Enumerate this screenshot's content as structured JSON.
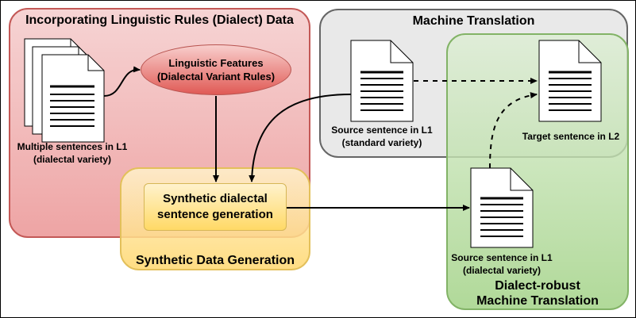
{
  "groups": {
    "rules_title": "Incorporating Linguistic Rules (Dialect) Data",
    "mt_title": "Machine Translation",
    "synth_title": "Synthetic Data Generation",
    "robust_title": [
      "Dialect-robust",
      "Machine Translation"
    ]
  },
  "nodes": {
    "features": [
      "Linguistic Features",
      "(Dialectal Variant Rules)"
    ],
    "generation": [
      "Synthetic dialectal",
      "sentence generation"
    ]
  },
  "documents": {
    "multi": [
      "Multiple sentences in L1",
      "(dialectal variety)"
    ],
    "source_std": [
      "Source sentence in L1",
      "(standard variety)"
    ],
    "target": [
      "Target sentence in L2"
    ],
    "source_dial": [
      "Source sentence in L1",
      "(dialectal variety)"
    ]
  },
  "colors": {
    "rules_fill": "#f2b8b8",
    "rules_stroke": "#c0504d",
    "mt_fill": "#e6e6e6",
    "mt_stroke": "#666666",
    "synth_fill": "#ffe599",
    "synth_stroke": "#e3c05b",
    "robust_fill": "#c6e2b5",
    "robust_stroke": "#82b366"
  },
  "icons": [
    "document-icon",
    "document-stack-icon"
  ]
}
